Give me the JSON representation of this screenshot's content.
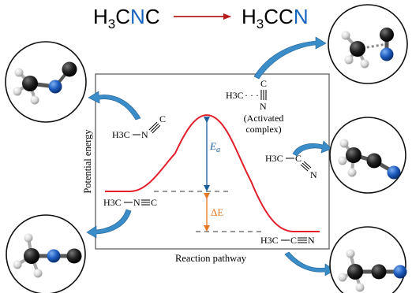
{
  "equation": {
    "reactant": [
      {
        "text": "H",
        "color": "#000000"
      },
      {
        "text": "3",
        "sub": true,
        "color": "#000000"
      },
      {
        "text": "C",
        "color": "#000000"
      },
      {
        "text": "N",
        "color": "#1565c0"
      },
      {
        "text": "C",
        "color": "#000000"
      }
    ],
    "product": [
      {
        "text": "H",
        "color": "#000000"
      },
      {
        "text": "3",
        "sub": true,
        "color": "#000000"
      },
      {
        "text": "CC",
        "color": "#000000"
      },
      {
        "text": "N",
        "color": "#1565c0"
      }
    ]
  },
  "axes": {
    "ylabel": "Potential energy",
    "xlabel": "Reaction pathway"
  },
  "energy_levels": {
    "reactant": 1.0,
    "activated_complex": 2.9,
    "product": 0.0
  },
  "annotations": {
    "ea": "E",
    "ea_sub": "a",
    "delta_e": "ΔE"
  },
  "structures": {
    "reactant_left": {
      "h3c": "H3C",
      "n": "N",
      "c": "C"
    },
    "reactant_bottom": {
      "h3c": "H3C",
      "n": "N",
      "c": "C"
    },
    "activated": {
      "h3c": "H3C",
      "dots": "· · ·",
      "c": "C",
      "n": "N",
      "caption1": "(Activated",
      "caption2": "complex)"
    },
    "product_mid": {
      "h3c": "H3C",
      "c": "C",
      "n": "N"
    },
    "product_bottom": {
      "h3c": "H3C",
      "c": "C",
      "n": "N"
    }
  },
  "colors": {
    "curve": "#e41e2b",
    "arrow_reaction": "#b71c1c",
    "ea": "#1a5e9e",
    "delta_e": "#e87722",
    "callout": "#3a8dc9",
    "nitrogen": "#1565c0"
  }
}
